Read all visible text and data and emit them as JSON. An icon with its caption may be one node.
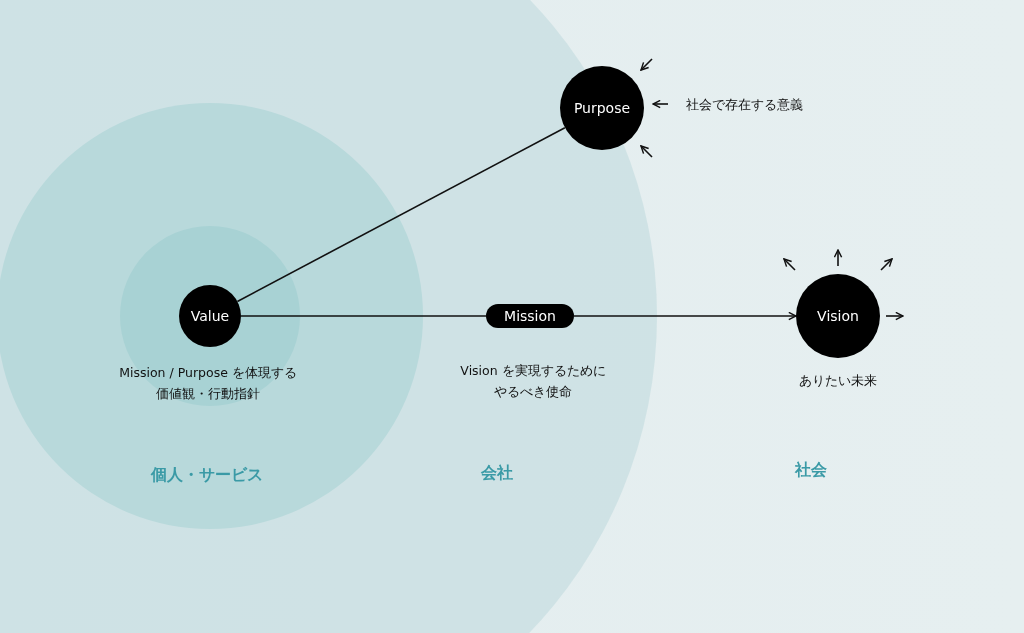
{
  "diagram": {
    "nodes": [
      {
        "text": [
          "会社"
        ]
      },
      {
        "text": [
          "個人・サービス"
        ],
        "in": 0
      },
      {
        "text": [],
        "shape": "circle",
        "in": 1
      },
      {
        "text": [
          "Value"
        ],
        "beside": [
          "Mission / Purpose を体現する価値観・行動指針"
        ],
        "in": 2
      },
      {
        "text": [
          "Purpose"
        ],
        "beside": [
          "社会で存在する意義"
        ],
        "in": 0
      },
      {
        "text": [
          "Mission"
        ],
        "beside": [
          "Vision を実現するためにやるべき使命"
        ],
        "in": 0
      },
      {
        "text": [
          "Vision"
        ],
        "beside": [
          "ありたい未来"
        ]
      }
    ],
    "edges": [
      {
        "from": 3,
        "to": 4,
        "arrow": "none"
      },
      {
        "from": 3,
        "to": 5,
        "arrow": "none"
      },
      {
        "from": 5,
        "to": 6,
        "arrow": "to"
      },
      {
        "from": null,
        "to": 4,
        "arrow": "to"
      },
      {
        "from": null,
        "to": 4,
        "arrow": "to"
      },
      {
        "from": null,
        "to": 4,
        "arrow": "to"
      },
      {
        "from": 6,
        "to": null,
        "arrow": "to"
      },
      {
        "from": 6,
        "to": null,
        "arrow": "to"
      },
      {
        "from": 6,
        "to": null,
        "arrow": "to"
      },
      {
        "from": 6,
        "to": null,
        "arrow": "to"
      }
    ],
    "labels": [
      "社会"
    ]
  }
}
